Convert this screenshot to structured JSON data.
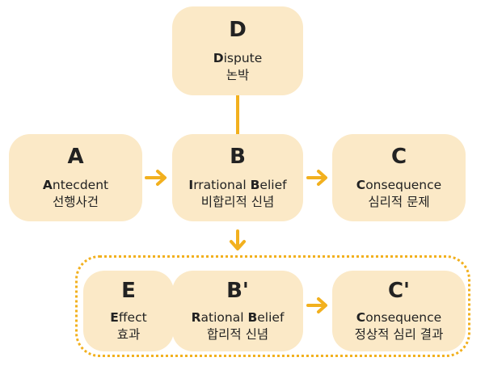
{
  "colors": {
    "box_fill": "#fbe9c7",
    "accent": "#f2b01e",
    "text": "#222222"
  },
  "nodes": {
    "d": {
      "letter": "D",
      "en_initial": "D",
      "en_rest": "ispute",
      "ko": "논박"
    },
    "a": {
      "letter": "A",
      "en_initial": "A",
      "en_rest": "ntecdent",
      "ko": "선행사건"
    },
    "b": {
      "letter": "B",
      "en_initial": "I",
      "en_mid": "rrational ",
      "en_initial2": "B",
      "en_rest": "elief",
      "ko": "비합리적 신념"
    },
    "c": {
      "letter": "C",
      "en_initial": "C",
      "en_rest": "onsequence",
      "ko": "심리적 문제"
    },
    "e": {
      "letter": "E",
      "en_initial": "E",
      "en_rest": "ffect",
      "ko": "효과"
    },
    "bp": {
      "letter": "B'",
      "en_initial": "R",
      "en_mid": "ational ",
      "en_initial2": "B",
      "en_rest": "elief",
      "ko": "합리적 신념"
    },
    "cp": {
      "letter": "C'",
      "en_initial": "C",
      "en_rest": "onsequence",
      "ko": "정상적 심리 결과"
    }
  },
  "connectors": [
    {
      "from": "a",
      "to": "b",
      "kind": "arrow-right"
    },
    {
      "from": "b",
      "to": "c",
      "kind": "arrow-right"
    },
    {
      "from": "d",
      "to": "b",
      "kind": "line"
    },
    {
      "from": "b",
      "to": "group",
      "kind": "arrow-down"
    },
    {
      "from": "bp",
      "to": "cp",
      "kind": "arrow-right"
    }
  ]
}
